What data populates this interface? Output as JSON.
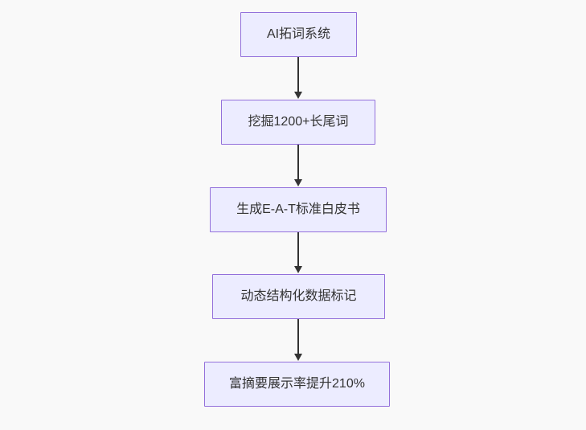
{
  "flowchart": {
    "direction": "top-down",
    "nodes": [
      {
        "id": "n0",
        "label": "AI拓词系统"
      },
      {
        "id": "n1",
        "label": "挖掘1200+长尾词"
      },
      {
        "id": "n2",
        "label": "生成E-A-T标准白皮书"
      },
      {
        "id": "n3",
        "label": "动态结构化数据标记"
      },
      {
        "id": "n4",
        "label": "富摘要展示率提升210%"
      }
    ],
    "edges": [
      {
        "from": "n0",
        "to": "n1"
      },
      {
        "from": "n1",
        "to": "n2"
      },
      {
        "from": "n2",
        "to": "n3"
      },
      {
        "from": "n3",
        "to": "n4"
      }
    ],
    "colors": {
      "node_fill": "#ECECFF",
      "node_border": "#9370DB",
      "arrow": "#333333",
      "text": "#333333",
      "background": "#f9f9f9"
    }
  }
}
